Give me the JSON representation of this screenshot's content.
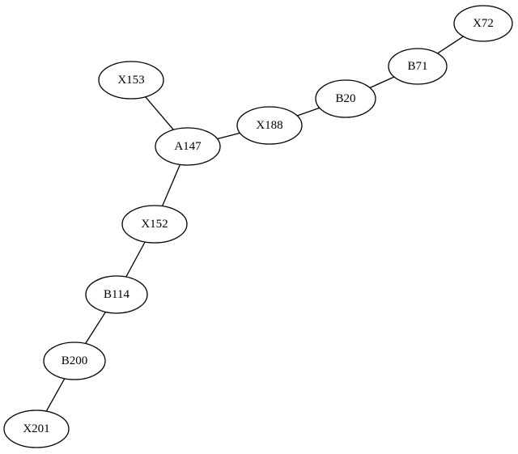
{
  "graph": {
    "nodes": [
      {
        "id": "X72",
        "label": "X72"
      },
      {
        "id": "B71",
        "label": "B71"
      },
      {
        "id": "B20",
        "label": "B20"
      },
      {
        "id": "X188",
        "label": "X188"
      },
      {
        "id": "X153",
        "label": "X153"
      },
      {
        "id": "A147",
        "label": "A147"
      },
      {
        "id": "X152",
        "label": "X152"
      },
      {
        "id": "B114",
        "label": "B114"
      },
      {
        "id": "B200",
        "label": "B200"
      },
      {
        "id": "X201",
        "label": "X201"
      }
    ],
    "edges": [
      {
        "from": "X72",
        "to": "B71"
      },
      {
        "from": "B71",
        "to": "B20"
      },
      {
        "from": "B20",
        "to": "X188"
      },
      {
        "from": "X188",
        "to": "A147"
      },
      {
        "from": "X153",
        "to": "A147"
      },
      {
        "from": "A147",
        "to": "X152"
      },
      {
        "from": "X152",
        "to": "B114"
      },
      {
        "from": "B114",
        "to": "B200"
      },
      {
        "from": "B200",
        "to": "X201"
      }
    ]
  }
}
